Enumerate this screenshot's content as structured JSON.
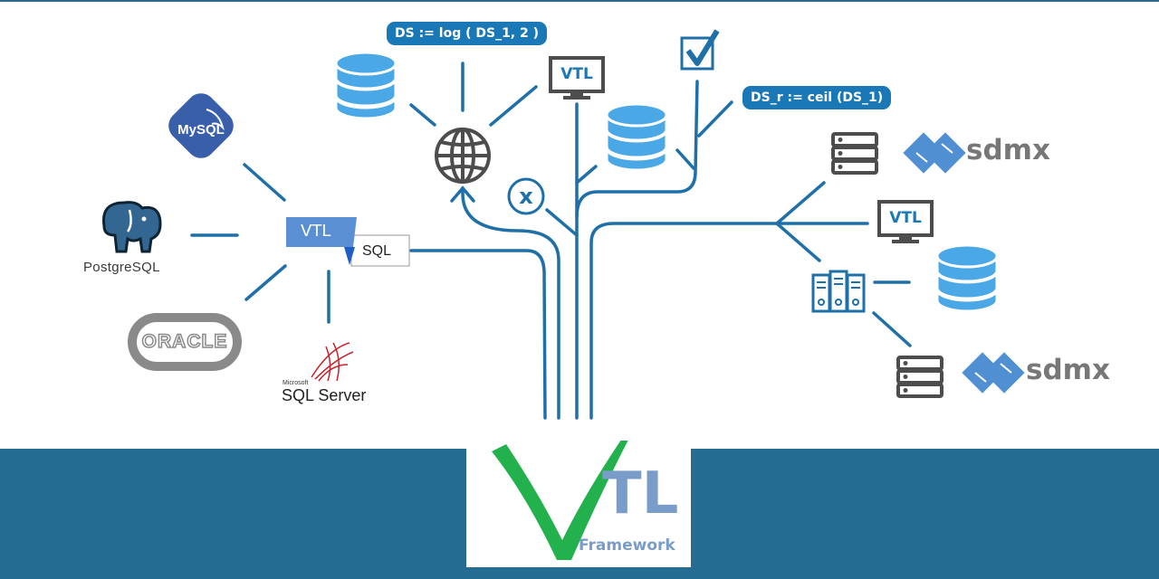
{
  "expressions": {
    "log": "DS := log ( DS_1, 2 )",
    "ceil": "DS_r := ceil (DS_1)"
  },
  "translator": {
    "source": "VTL",
    "target": "SQL"
  },
  "databases": {
    "mysql": "MySQL",
    "postgres": "PostgreSQL",
    "oracle": "ORACLE",
    "sqlserver_vendor": "Microsoft",
    "sqlserver": "SQL Server"
  },
  "badges": {
    "vtl": "VTL",
    "sdmx": "sdmx"
  },
  "logo": {
    "letters": "TL",
    "subtitle": "Framework"
  },
  "colors": {
    "line": "#1f6fa8",
    "band": "#246c92",
    "pill": "#1b78b7",
    "cylinder": "#4aa8e6",
    "check_green": "#22b14c",
    "sdmx_blue": "#4f8fd2",
    "icon_grey": "#4d4d4d"
  }
}
